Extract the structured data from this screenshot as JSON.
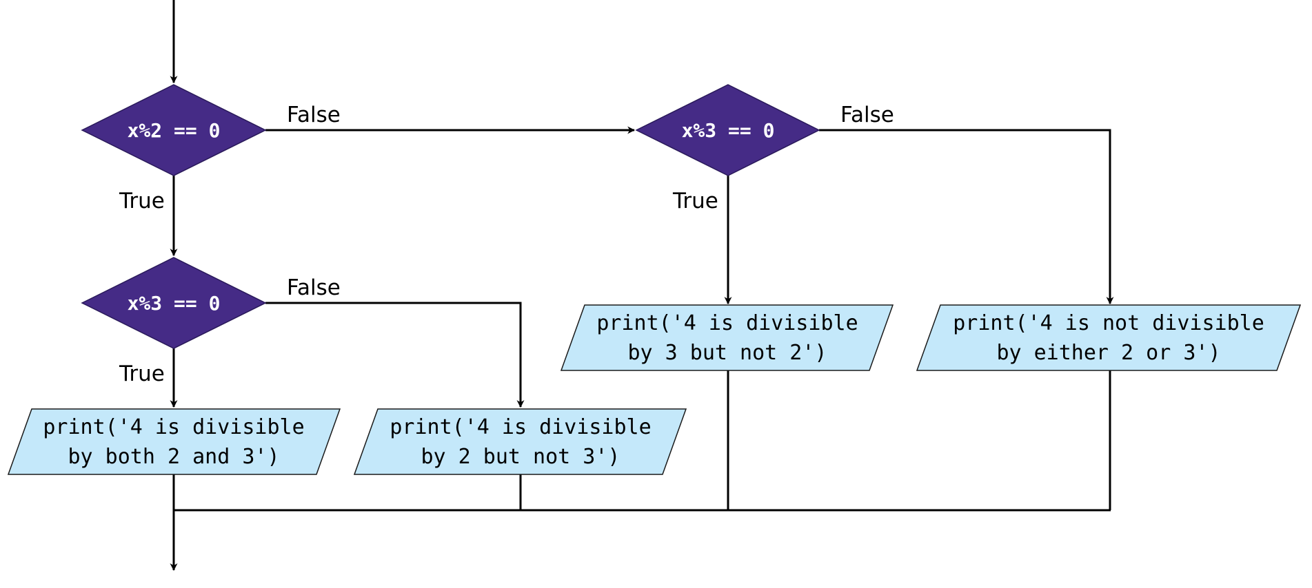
{
  "colors": {
    "decision_fill": "#452b86",
    "output_fill": "#c4e8fa",
    "line": "#000000"
  },
  "decisions": {
    "d1": "x%2 == 0",
    "d2": "x%3 == 0",
    "d3": "x%3 == 0"
  },
  "outputs": {
    "o_both": [
      "print('4 is divisible",
      "by both 2 and 3')"
    ],
    "o_2not3": [
      "print('4 is divisible",
      "by 2 but not 3')"
    ],
    "o_3not2": [
      "print('4 is divisible",
      "by 3 but not 2')"
    ],
    "o_neither": [
      "print('4 is not divisible",
      "by either 2 or 3')"
    ]
  },
  "labels": {
    "d1_false": "False",
    "d1_true": "True",
    "d2_false": "False",
    "d2_true": "True",
    "d3_false": "False",
    "d3_true": "True"
  }
}
